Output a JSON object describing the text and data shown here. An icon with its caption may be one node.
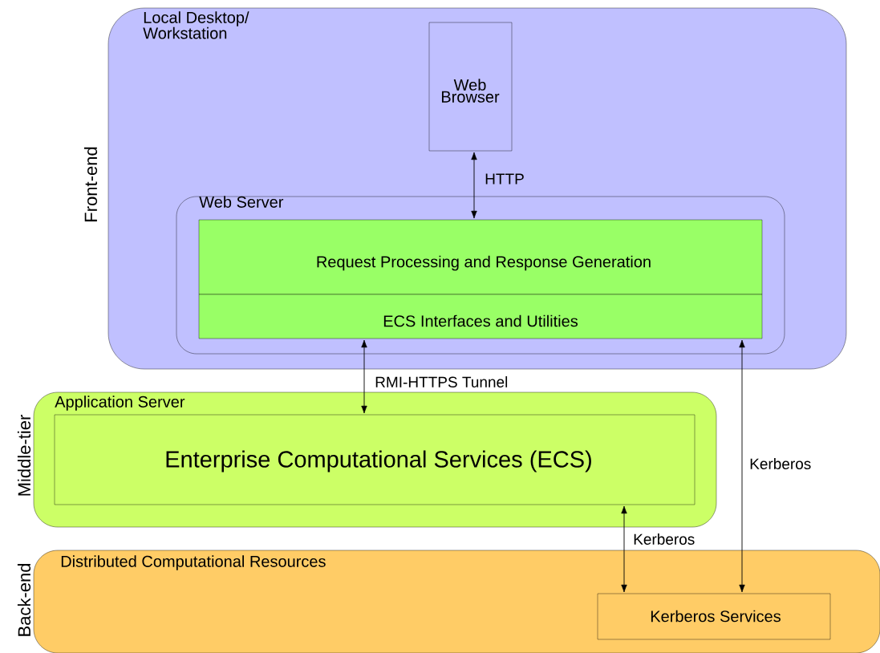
{
  "diagram": {
    "nodes": [
      {
        "text": [
          "Local Desktop/ Workstation"
        ]
      },
      {
        "text": [
          "Web Browser"
        ],
        "in": 0
      },
      {
        "text": [
          "Web Server"
        ],
        "in": 0
      },
      {
        "text": [
          "Request Processing and Response Generation"
        ],
        "in": 2
      },
      {
        "text": [
          "ECS Interfaces and Utilities"
        ],
        "in": 2
      },
      {
        "text": [
          "Application Server"
        ]
      },
      {
        "text": [
          "Enterprise Computational Services (ECS)"
        ],
        "in": 5
      },
      {
        "text": [
          "Distributed Computational Resources"
        ]
      },
      {
        "text": [
          "Kerberos Services"
        ],
        "in": 7
      }
    ],
    "edges": [
      {
        "from": 1,
        "to": 3,
        "arrow": "both",
        "label": "HTTP"
      },
      {
        "from": 4,
        "to": 6,
        "arrow": "both",
        "label": "RMI-HTTPS Tunnel"
      },
      {
        "from": 6,
        "to": 8,
        "arrow": "both",
        "label": "Kerberos"
      },
      {
        "from": 4,
        "to": 8,
        "arrow": "both",
        "label": "Kerberos"
      }
    ],
    "labels": [
      "Front-end",
      "Middle-tier",
      "Back-end"
    ]
  }
}
